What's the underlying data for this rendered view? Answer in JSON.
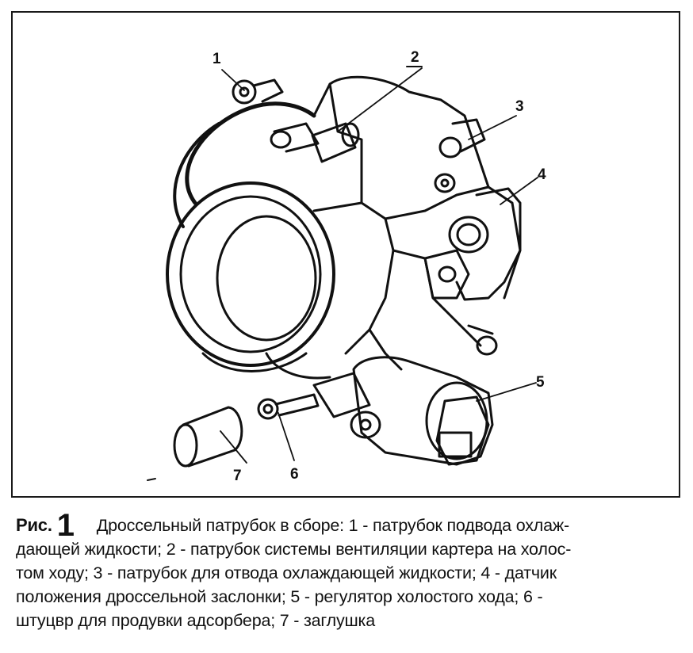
{
  "figure": {
    "callouts": [
      {
        "number": "1",
        "label": "патрубок подвода охлаждающей жидкости"
      },
      {
        "number": "2",
        "label": "патрубок системы вентиляции картера на холостом ходу"
      },
      {
        "number": "3",
        "label": "патрубок для отвода охлаждающей жидкости"
      },
      {
        "number": "4",
        "label": "датчик положения дроссельной заслонки"
      },
      {
        "number": "5",
        "label": "регулятор холостого хода"
      },
      {
        "number": "6",
        "label": "штуцвр для продувки адсорбера"
      },
      {
        "number": "7",
        "label": "заглушка"
      }
    ]
  },
  "caption": {
    "prefix": "Рис.",
    "number": "1",
    "lines": [
      "Дроссельный патрубок в сборе: 1 - патрубок подвода охлаж-",
      "дающей жидкости; 2 - патрубок системы вентиляции картера на холос-",
      "том ходу; 3 - патрубок для отвода охлаждающей жидкости; 4 - датчик",
      "положения дроссельной заслонки; 5 - регулятор холостого хода; 6 -",
      "штуцвр для продувки адсорбера; 7 - заглушка"
    ]
  }
}
